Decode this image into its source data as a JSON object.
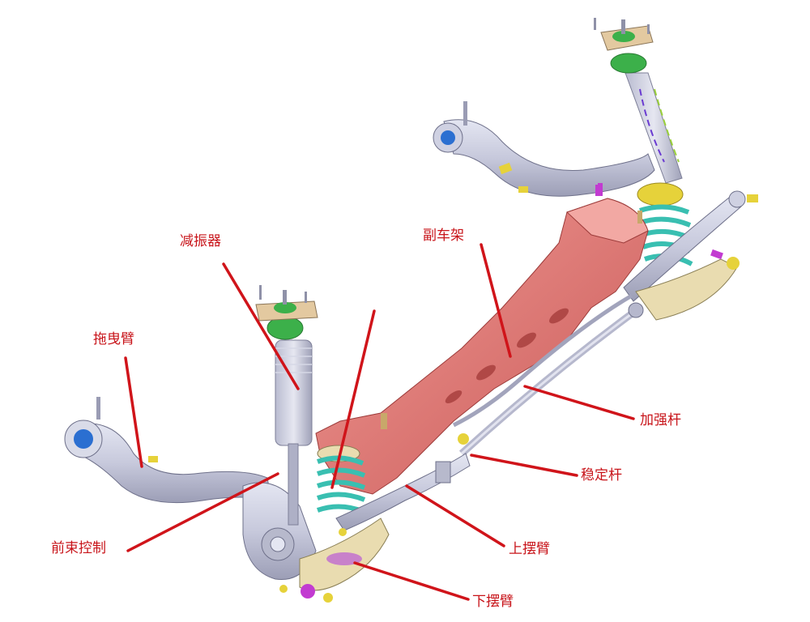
{
  "labels": {
    "shock_absorber": "减振器",
    "trailing_arm": "拖曳臂",
    "subframe": "副车架",
    "reinforcement_bar": "加强杆",
    "stabilizer_bar": "稳定杆",
    "toe_control_link": "前束控制",
    "upper_control_arm": "上摆臂",
    "lower_control_arm": "下摆臂"
  },
  "colors": {
    "label_text": "#c8141a",
    "leader_line": "#d0141a",
    "subframe": "#e07a78",
    "arm_metal": "#c7c9dc",
    "spring": "#5fd6c8",
    "bump_stop": "#3cb04a",
    "mount_plate": "#e3c9a0",
    "lower_arm": "#e9dcb0",
    "bushing_blue": "#2b6fd1",
    "bolt_yellow": "#e6d23a",
    "bolt_magenta": "#c23bd1"
  },
  "icons": [
    "rear-suspension-assembly-illustration"
  ]
}
